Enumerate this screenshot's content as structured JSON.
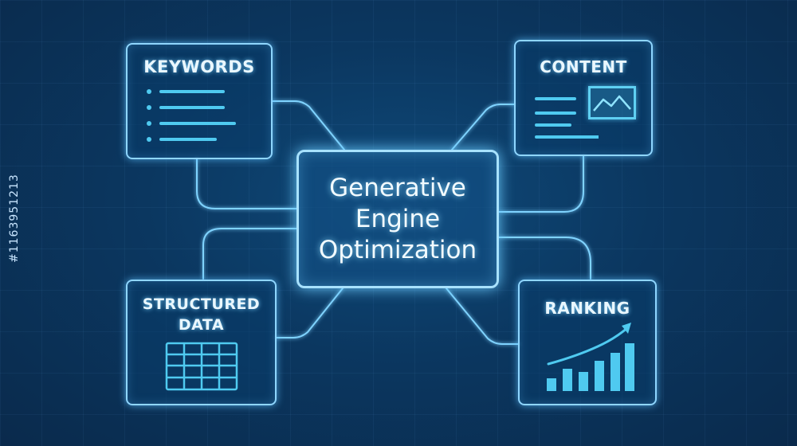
{
  "diagram": {
    "center": {
      "lines": [
        "Generative",
        "Engine",
        "Optimization"
      ]
    },
    "keywords": {
      "title": "KEYWORDS",
      "icon": "bulleted-list-icon"
    },
    "content": {
      "title": "CONTENT",
      "icon": "text-and-image-icon"
    },
    "structured_data": {
      "title_line1": "STRUCTURED",
      "title_line2": "DATA",
      "icon": "table-grid-icon"
    },
    "ranking": {
      "title": "RANKING",
      "icon": "bar-chart-trend-arrow-icon"
    }
  },
  "watermark": {
    "text": "#1163951213"
  },
  "colors": {
    "background": "#0b3760",
    "glow_line": "#7fd3ff",
    "icon_cyan": "#4fcaf0",
    "text": "#e9f7ff"
  }
}
